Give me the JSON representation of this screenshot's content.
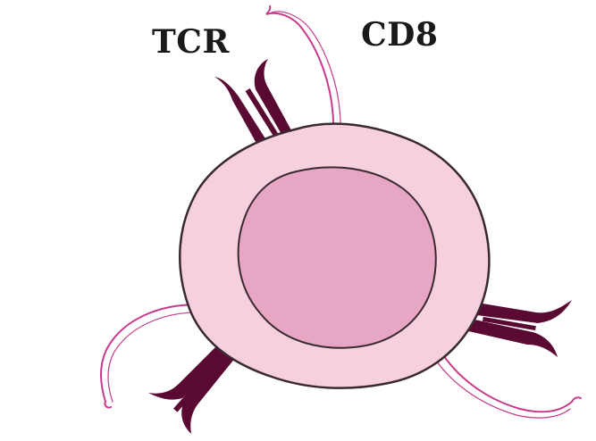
{
  "labels": {
    "tcr": "TCR",
    "cd8": "CD8"
  },
  "colors": {
    "background": "#ffffff",
    "cell_membrane": "#f7d0e0",
    "cell_outline": "#3a2a30",
    "nucleus": "#e6a6c4",
    "receptor": "#5a0a32",
    "cd8_strand": "#c83a8a"
  },
  "structures": [
    {
      "name": "cell",
      "icon": "cell-shape"
    },
    {
      "name": "nucleus",
      "icon": "nucleus-shape"
    },
    {
      "name": "tcr-receptor",
      "count": 3
    },
    {
      "name": "cd8-coreceptor",
      "count": 3
    }
  ]
}
